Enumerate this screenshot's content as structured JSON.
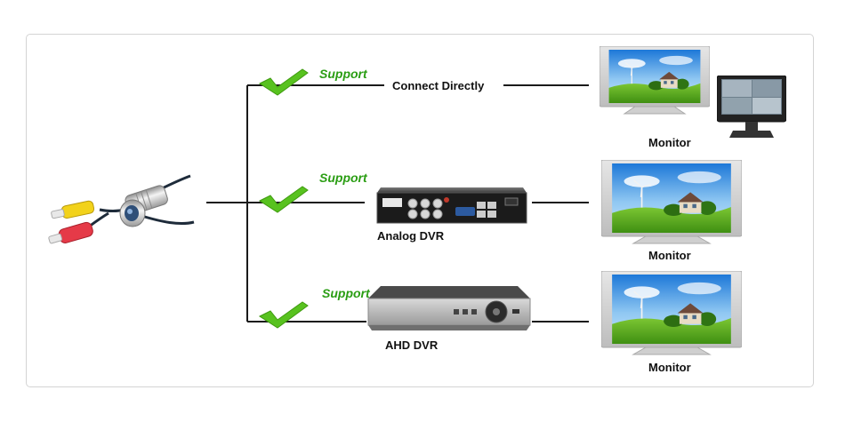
{
  "colors": {
    "support_green": "#2a9d13",
    "check_green": "#58c21f",
    "line": "#1a1a1a",
    "frame_border": "#d4d4d4"
  },
  "diagram": {
    "source_device_icon": "pinhole-camera-icon",
    "branches": [
      {
        "support_label": "Support",
        "route_label": "Connect Directly",
        "endpoint_label": "Monitor",
        "endpoint_icons": [
          "landscape-monitor-icon",
          "small-lcd-monitor-icon"
        ]
      },
      {
        "support_label": "Support",
        "route_label": "Analog DVR",
        "route_icon": "analog-dvr-icon",
        "endpoint_label": "Monitor",
        "endpoint_icons": [
          "landscape-monitor-icon"
        ]
      },
      {
        "support_label": "Support",
        "route_label": "AHD DVR",
        "route_icon": "ahd-dvr-icon",
        "endpoint_label": "Monitor",
        "endpoint_icons": [
          "landscape-monitor-icon"
        ]
      }
    ]
  }
}
